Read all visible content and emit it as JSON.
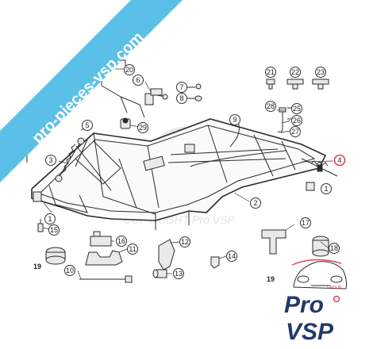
{
  "banner": {
    "text": "pro-pieces-vsp.com",
    "color": "#5bc0e8"
  },
  "watermark": {
    "text": "COPYRIGHT Pro VSP"
  },
  "logo": {
    "line1": "Pro",
    "line2": "VSP",
    "tag": "GROUP",
    "color_main": "#223a6b",
    "color_accent": "#e0405a"
  },
  "highlight_color": "#e0405a",
  "callouts": [
    {
      "label": "1"
    },
    {
      "label": "1"
    },
    {
      "label": "2"
    },
    {
      "label": "3"
    },
    {
      "label": "4"
    },
    {
      "label": "5"
    },
    {
      "label": "6"
    },
    {
      "label": "7"
    },
    {
      "label": "8"
    },
    {
      "label": "9"
    },
    {
      "label": "10"
    },
    {
      "label": "11"
    },
    {
      "label": "12"
    },
    {
      "label": "13"
    },
    {
      "label": "14"
    },
    {
      "label": "15"
    },
    {
      "label": "16"
    },
    {
      "label": "17"
    },
    {
      "label": "18"
    },
    {
      "label": "20"
    },
    {
      "label": "21"
    },
    {
      "label": "22"
    },
    {
      "label": "23"
    },
    {
      "label": "25"
    },
    {
      "label": "26"
    },
    {
      "label": "27"
    },
    {
      "label": "28"
    },
    {
      "label": "29"
    }
  ],
  "bare_labels": [
    {
      "label": "19"
    },
    {
      "label": "19"
    }
  ]
}
